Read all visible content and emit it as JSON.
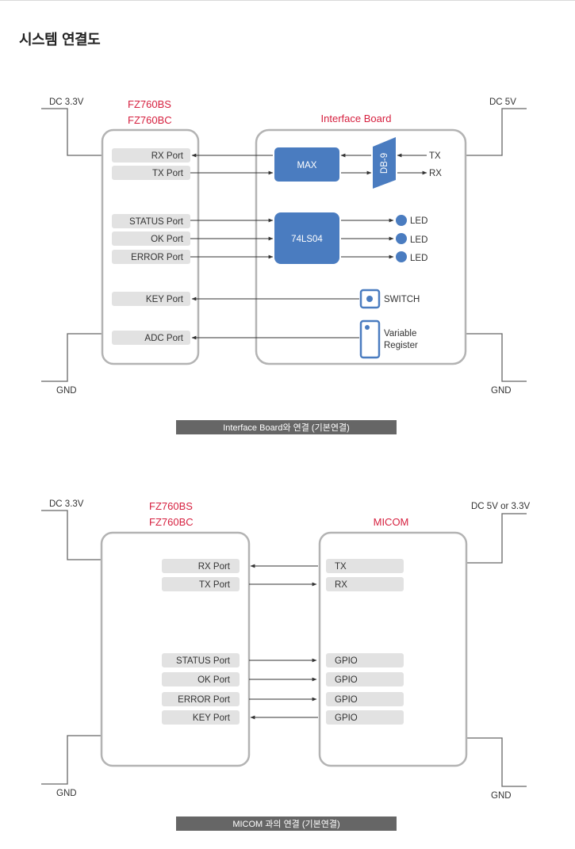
{
  "page": {
    "title": "시스템 연결도"
  },
  "diagram1": {
    "power_left": "DC 3.3V",
    "power_right": "DC 5V",
    "gnd_left": "GND",
    "gnd_right": "GND",
    "device_title_1": "FZ760BS",
    "device_title_2": "FZ760BC",
    "board_title": "Interface Board",
    "ports": [
      "RX Port",
      "TX Port",
      "STATUS Port",
      "OK Port",
      "ERROR Port",
      "KEY Port",
      "ADC Port"
    ],
    "max_label": "MAX",
    "db9_label": "DB-9",
    "ls_label": "74LS04",
    "tx_label": "TX",
    "rx_label": "RX",
    "led_label": "LED",
    "switch_label": "SWITCH",
    "variable_line1": "Variable",
    "variable_line2": "Register",
    "caption": "Interface Board와 연결 (기본연결)"
  },
  "diagram2": {
    "power_left": "DC 3.3V",
    "power_right": "DC 5V or 3.3V",
    "gnd_left": "GND",
    "gnd_right": "GND",
    "device_title_1": "FZ760BS",
    "device_title_2": "FZ760BC",
    "micom_title": "MICOM",
    "ports": [
      "RX Port",
      "TX Port",
      "STATUS Port",
      "OK Port",
      "ERROR Port",
      "KEY Port"
    ],
    "micom_pins": [
      "TX",
      "RX",
      "GPIO",
      "GPIO",
      "GPIO",
      "GPIO"
    ],
    "caption": "MICOM 과의 연결 (기본연결)"
  },
  "colors": {
    "accent_red": "#d6203f",
    "block_blue": "#4a7cc0",
    "box_gray": "#b3b3b3",
    "port_fill": "#e2e2e2",
    "caption_bg": "#666666"
  }
}
